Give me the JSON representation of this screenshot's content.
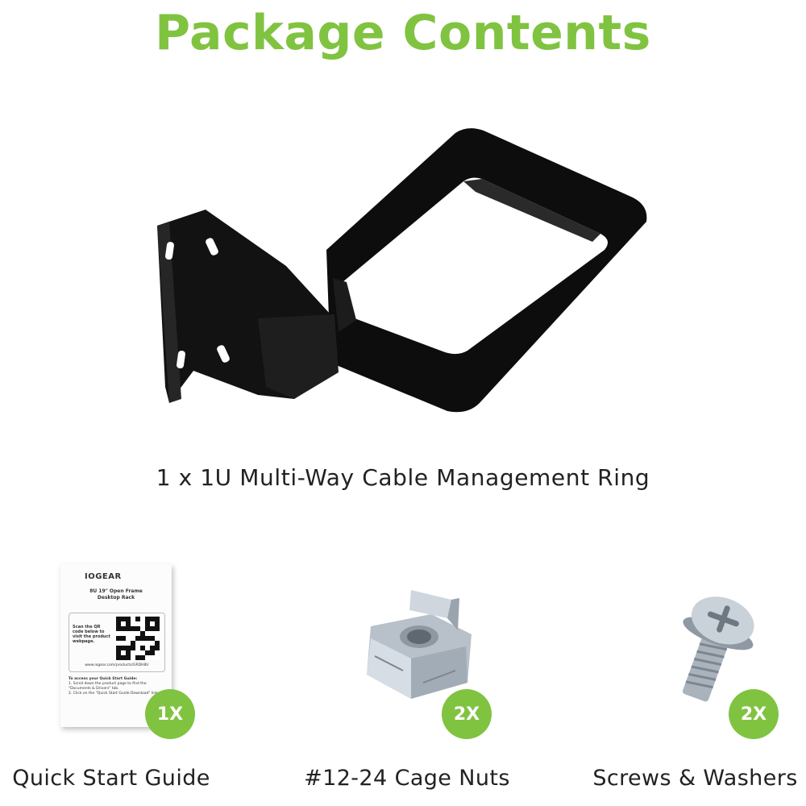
{
  "title": "Package Contents",
  "colors": {
    "accent": "#80c341",
    "metal": "#111111"
  },
  "main_item": {
    "caption": "1 x  1U Multi-Way Cable Management Ring",
    "icon": "cable-management-ring"
  },
  "items": [
    {
      "label": "Quick Start Guide",
      "quantity": "1X",
      "icon": "quick-start-guide"
    },
    {
      "label": "#12-24 Cage Nuts",
      "quantity": "2X",
      "icon": "cage-nut"
    },
    {
      "label": "Screws & Washers",
      "quantity": "2X",
      "icon": "screw-washer"
    }
  ],
  "guide": {
    "brand": "IOGEAR",
    "title_line1": "8U 19\" Open Frame",
    "title_line2": "Desktop Rack",
    "scan_text": "Scan the QR code below to visit the product webpage.",
    "url": "www.iogear.com/products/GRDH8U",
    "steps_heading": "To access your Quick Start Guide:",
    "step1": "1.  Scroll down the product page to find the \"Documents & Drivers\" tab.",
    "step2": "2.  Click on the \"Quick Start Guide Download\" link."
  }
}
